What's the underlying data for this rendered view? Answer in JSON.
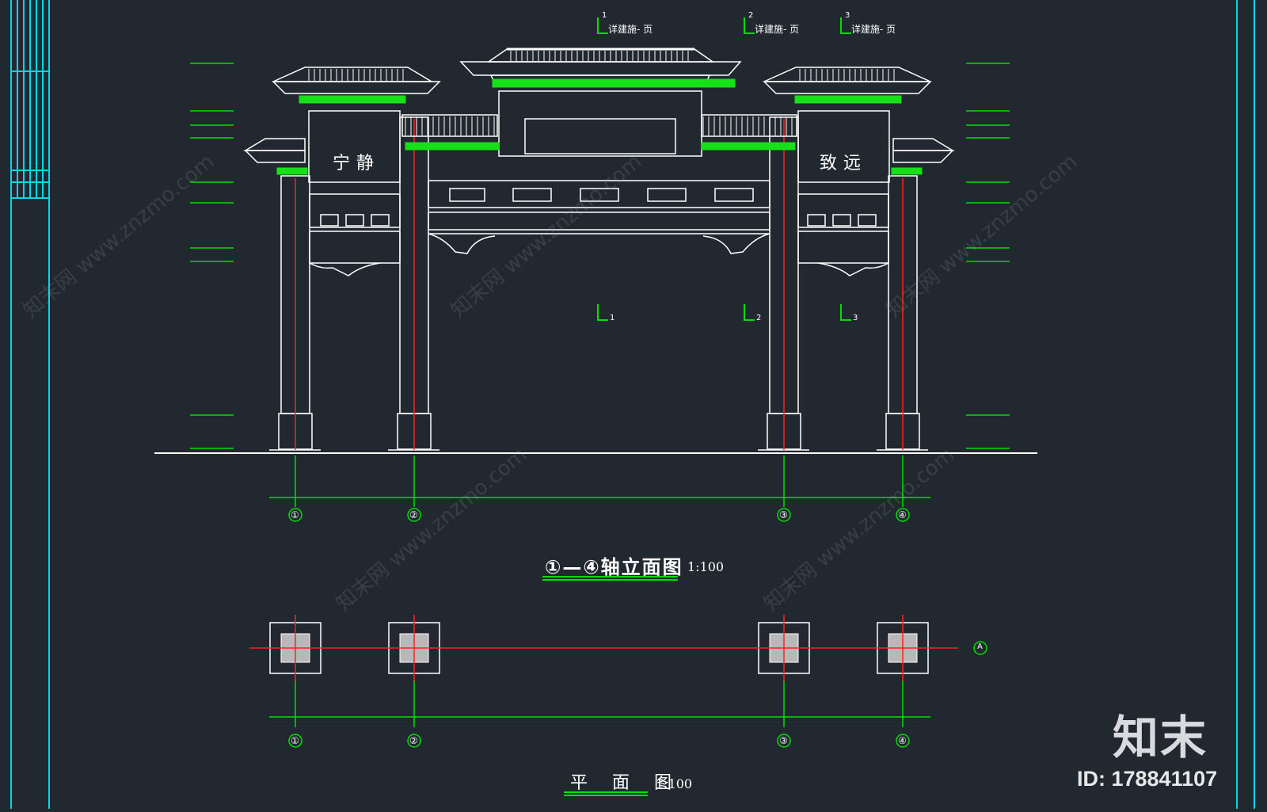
{
  "drawing": {
    "elevation_title": "①—④轴立面图",
    "elevation_scale": "1:100",
    "plan_title": "平 面 图",
    "plan_scale": "1:100",
    "board_left": "宁静",
    "board_right": "致远",
    "section_refs": [
      {
        "num": "1",
        "label": "详建施-  页"
      },
      {
        "num": "2",
        "label": "详建施-  页"
      },
      {
        "num": "3",
        "label": "详建施-  页"
      }
    ],
    "section_marks": [
      "1",
      "2",
      "3"
    ],
    "axes": [
      "①",
      "②",
      "③",
      "④"
    ],
    "axis_a": "A"
  },
  "brand": {
    "logo": "知末",
    "id_label": "ID: 178841107",
    "watermark": "知末网 www.znzmo.com"
  },
  "colors": {
    "background": "#212830",
    "line": "#ffffff",
    "dimension": "#00e000",
    "axis": "#ff2020",
    "frame": "#00d8e8"
  }
}
